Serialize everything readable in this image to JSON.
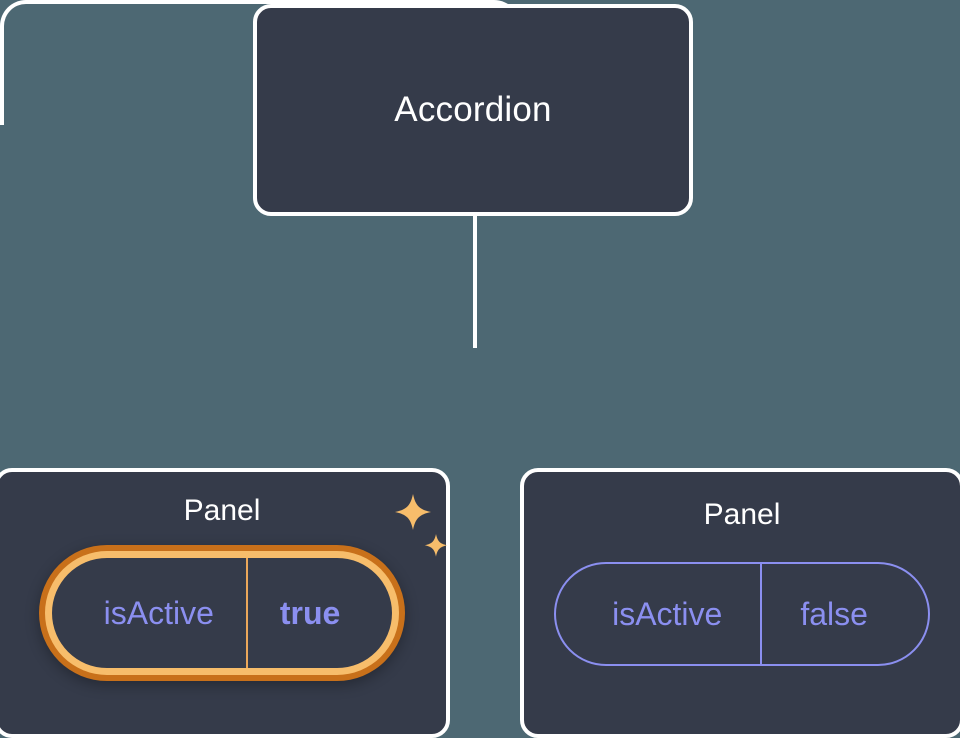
{
  "background_color": "#4d6873",
  "card_color": "#353b4a",
  "border_color": "#ffffff",
  "accent_periwinkle": "#8b8ff0",
  "accent_orange_outer": "#c8701a",
  "accent_amber_inner": "#f7bd6b",
  "tree": {
    "root": {
      "title": "Accordion"
    },
    "children": [
      {
        "title": "Panel",
        "prop": {
          "key": "isActive",
          "value": "true",
          "highlighted": true,
          "sparkle_icons": [
            "sparkle-large",
            "sparkle-small"
          ]
        }
      },
      {
        "title": "Panel",
        "prop": {
          "key": "isActive",
          "value": "false",
          "highlighted": false
        }
      }
    ]
  }
}
